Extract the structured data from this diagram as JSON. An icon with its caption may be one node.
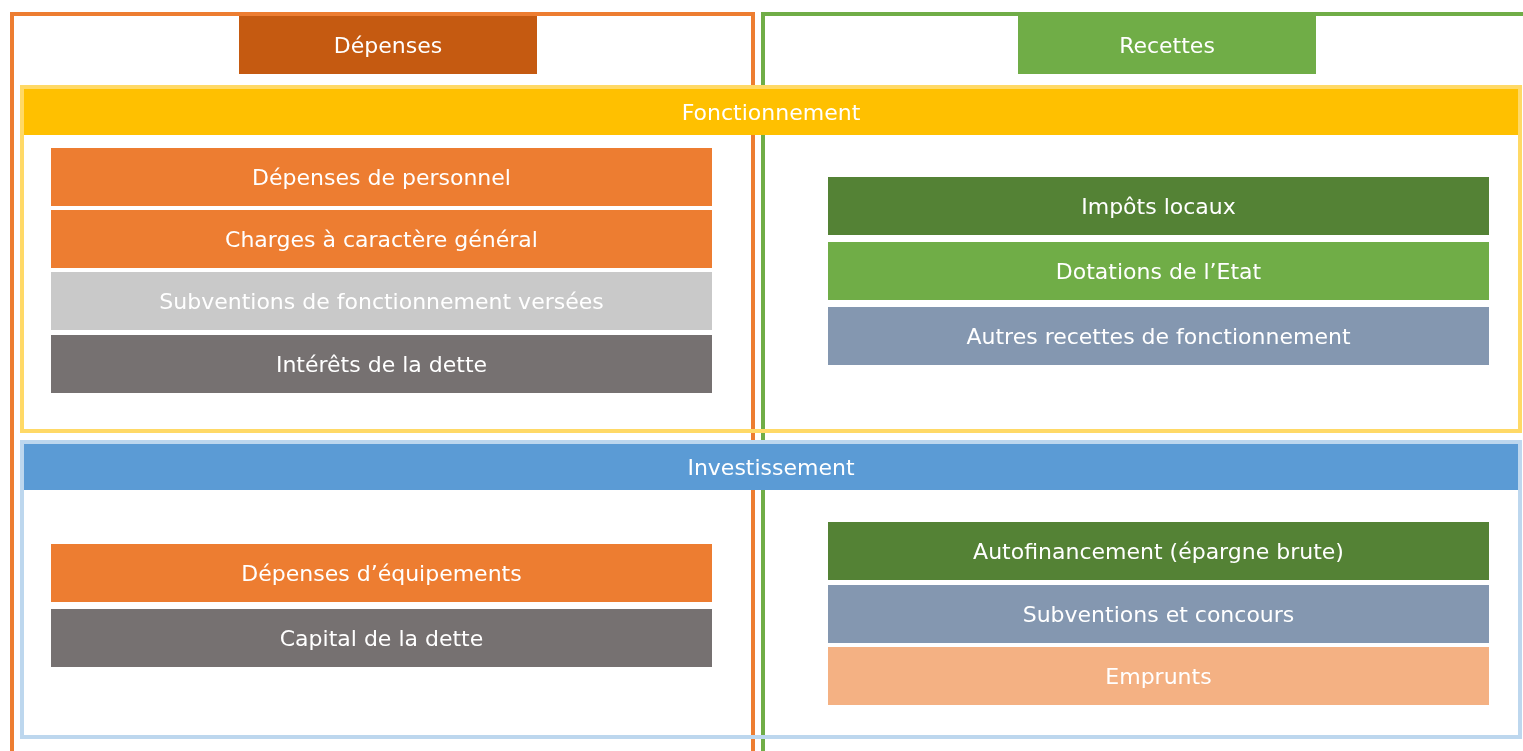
{
  "diagram": {
    "nodes": [
      {
        "text": [
          "Dépenses"
        ]
      },
      {
        "text": [
          "Recettes"
        ]
      },
      {
        "text": [
          "Fonctionnement"
        ]
      },
      {
        "text": [
          "Investissement"
        ]
      },
      {
        "text": [
          "Dépenses de personnel"
        ]
      },
      {
        "text": [
          "Charges à caractère général"
        ]
      },
      {
        "text": [
          "Subventions de fonctionnement versées"
        ]
      },
      {
        "text": [
          "Intérêts de la dette"
        ]
      },
      {
        "text": [
          "Impôts locaux"
        ]
      },
      {
        "text": [
          "Dotations de l’Etat"
        ]
      },
      {
        "text": [
          "Autres recettes de fonctionnement"
        ]
      },
      {
        "text": [
          "Dépenses d’équipements"
        ]
      },
      {
        "text": [
          "Capital de la dette"
        ]
      },
      {
        "text": [
          "Autofinancement (épargne brute)"
        ]
      },
      {
        "text": [
          "Subventions et concours"
        ]
      },
      {
        "text": [
          "Emprunts"
        ]
      }
    ]
  }
}
